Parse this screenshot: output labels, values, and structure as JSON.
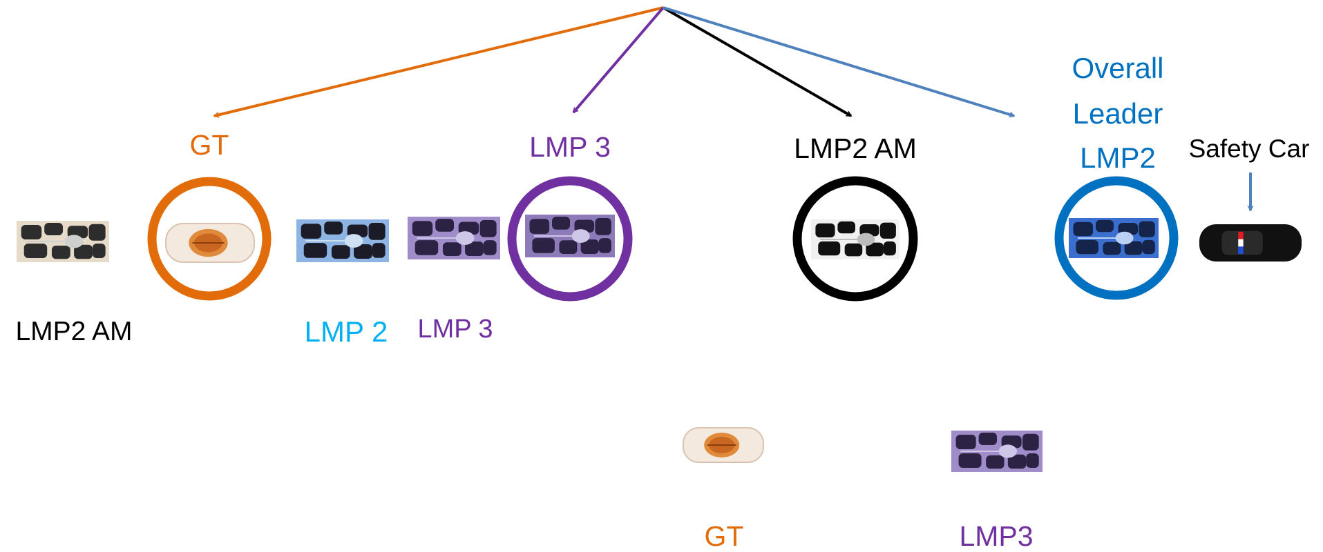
{
  "colors": {
    "gt": "#E36C0A",
    "lmp3": "#7030A0",
    "lmp2_am": "#000000",
    "lmp2": "#0070C0",
    "lmp2_light": "#00B0F0",
    "safety_arrow": "#4F81BD"
  },
  "headers": {
    "gt": "GT",
    "lmp3": "LMP 3",
    "lmp2_am": "LMP2 AM",
    "overall_line1": "Overall",
    "overall_line2": "Leader",
    "overall_line3": "LMP2",
    "safety_car": "Safety Car"
  },
  "car_labels": {
    "lmp2_am": "LMP2 AM",
    "lmp2": "LMP 2",
    "lmp3": "LMP 3"
  },
  "lower_labels": {
    "gt": "GT",
    "lmp3": "LMP3"
  },
  "icons": [
    "prototype-car-icon",
    "gt-car-icon",
    "safety-car-icon",
    "highlight-circle"
  ]
}
